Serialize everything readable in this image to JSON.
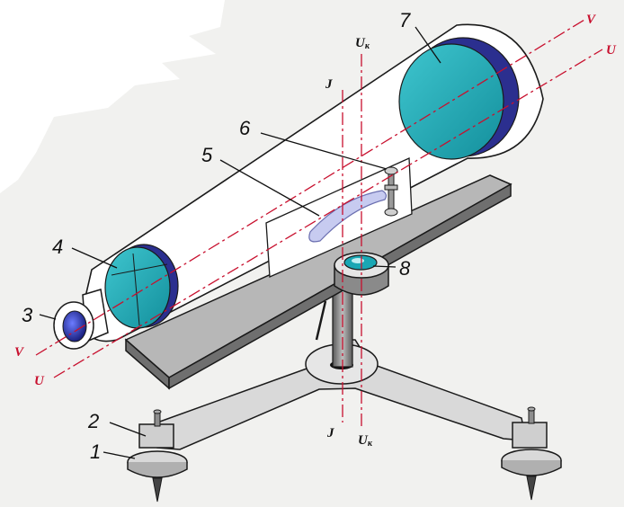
{
  "colors": {
    "background": "#f1f1ef",
    "tube_fill": "#ffffff",
    "tube_outline": "#1a1a1a",
    "platform_top": "#b7b7b7",
    "platform_front": "#6f6f6f",
    "lens_cyan": "#1aa7b4",
    "lens_rim": "#2b2f8f",
    "level_bubble": "#c7cbf0",
    "axis_red": "#c8102e"
  },
  "parts": {
    "p1": {
      "label": "1",
      "icon": "foot-screw-base-icon"
    },
    "p2": {
      "label": "2",
      "icon": "foot-screw-icon"
    },
    "p3": {
      "label": "3",
      "icon": "eyepiece-icon"
    },
    "p4": {
      "label": "4",
      "icon": "reticle-lens-icon"
    },
    "p5": {
      "label": "5",
      "icon": "tube-level-icon"
    },
    "p6": {
      "label": "6",
      "icon": "adjusting-screw-icon"
    },
    "p7": {
      "label": "7",
      "icon": "objective-lens-icon"
    },
    "p8": {
      "label": "8",
      "icon": "circular-level-icon"
    }
  },
  "axes": {
    "v_left": "V",
    "u_left": "U",
    "v_right": "V",
    "u_right": "U",
    "j_top": "J",
    "j_bottom": "J",
    "uk_top_main": "U",
    "uk_top_sub": "к",
    "uk_bottom_main": "U",
    "uk_bottom_sub": "к"
  }
}
